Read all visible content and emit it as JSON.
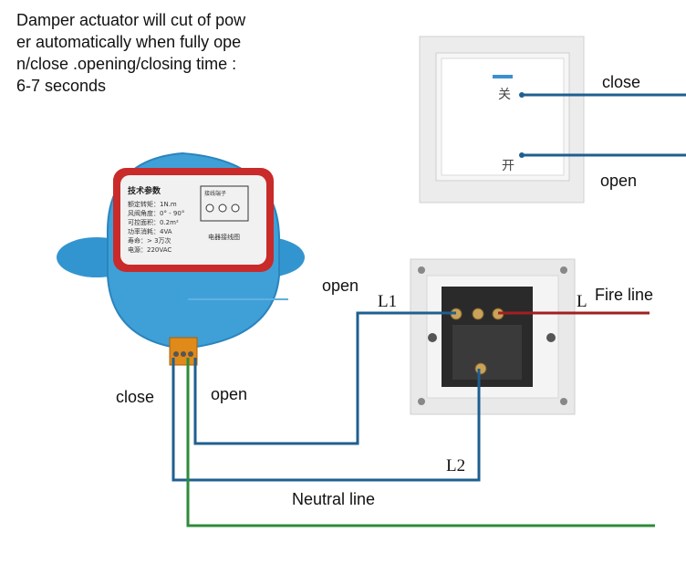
{
  "note_lines": [
    "Damper actuator will cut of pow",
    "er automatically when fully ope",
    "n/close .opening/closing time  :",
    "6-7 seconds"
  ],
  "labels": {
    "close_switch": "close",
    "open_switch": "open",
    "open_mid": "open",
    "l1": "L1",
    "l_right": "L",
    "fire_line": "Fire line",
    "close_actuator": "close",
    "open_actuator": "open",
    "l2": "L2",
    "neutral_line": "Neutral line"
  },
  "switch_glyphs": {
    "close": "关",
    "open": "开"
  },
  "actuator_label": {
    "title": "技术参数",
    "lines": [
      "额定转矩：1N.m",
      "风阀角度：0° - 90°",
      "可控面积：0.2m²",
      "功率消耗：4VA",
      "寿命：> 3万次",
      "电源：220VAC"
    ],
    "wiring_title": "电器接线图",
    "wiring_box": "接线端子"
  },
  "colors": {
    "blue_wire": "#1f5f8f",
    "green_wire": "#2e8b3a",
    "red_wire": "#a02020",
    "actuator": "#3fa0d8",
    "actuator_dark": "#2c84bd"
  }
}
